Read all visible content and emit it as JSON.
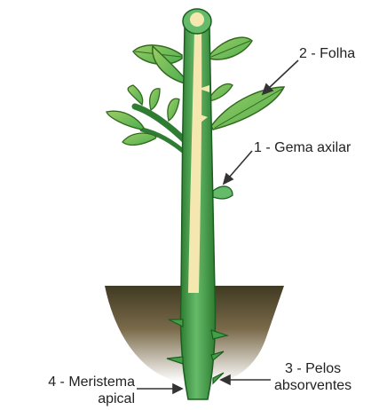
{
  "labels": {
    "folha": "2 - Folha",
    "gema_axilar": "1 - Gema axilar",
    "pelos_line1": "3 - Pelos",
    "pelos_line2": "absorventes",
    "meristema_line1": "4 - Meristema",
    "meristema_line2": "apical"
  },
  "colors": {
    "stem_dark": "#2e7d32",
    "stem_mid": "#4caf50",
    "leaf_light": "#8bc34a",
    "pith": "#f5e7b0",
    "soil_dark": "#4a3b22",
    "soil_light": "#d8cdb5",
    "arrow": "#333333"
  }
}
